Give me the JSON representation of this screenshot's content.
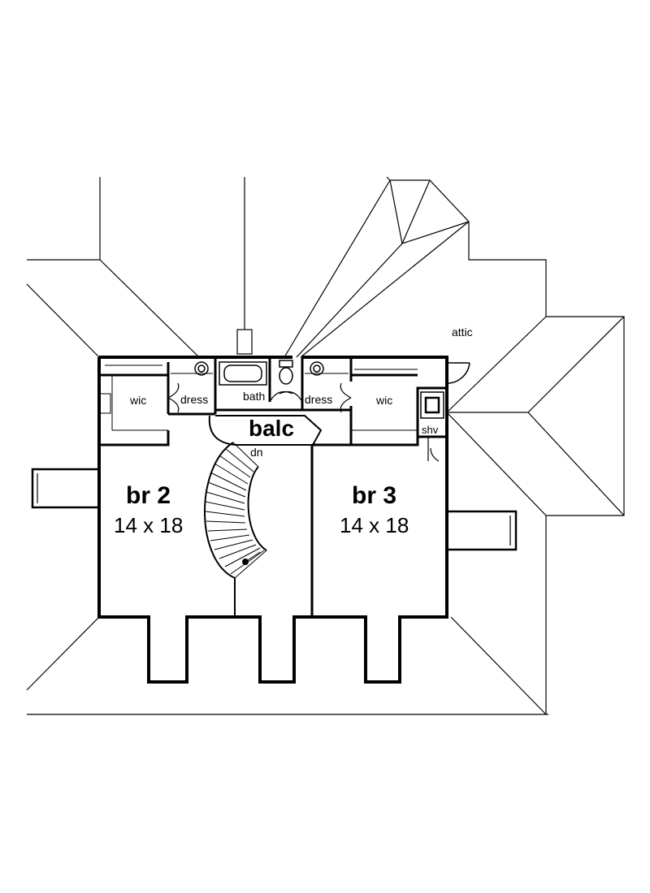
{
  "plan": {
    "rooms": [
      {
        "name": "br 2",
        "size": "14 x 18"
      },
      {
        "name": "br 3",
        "size": "14 x 18"
      }
    ],
    "labels": {
      "balc": "balc",
      "dn": "dn",
      "attic": "attic",
      "wic_left": "wic",
      "wic_right": "wic",
      "dress_left": "dress",
      "dress_right": "dress",
      "bath": "bath",
      "shv": "shv"
    }
  }
}
